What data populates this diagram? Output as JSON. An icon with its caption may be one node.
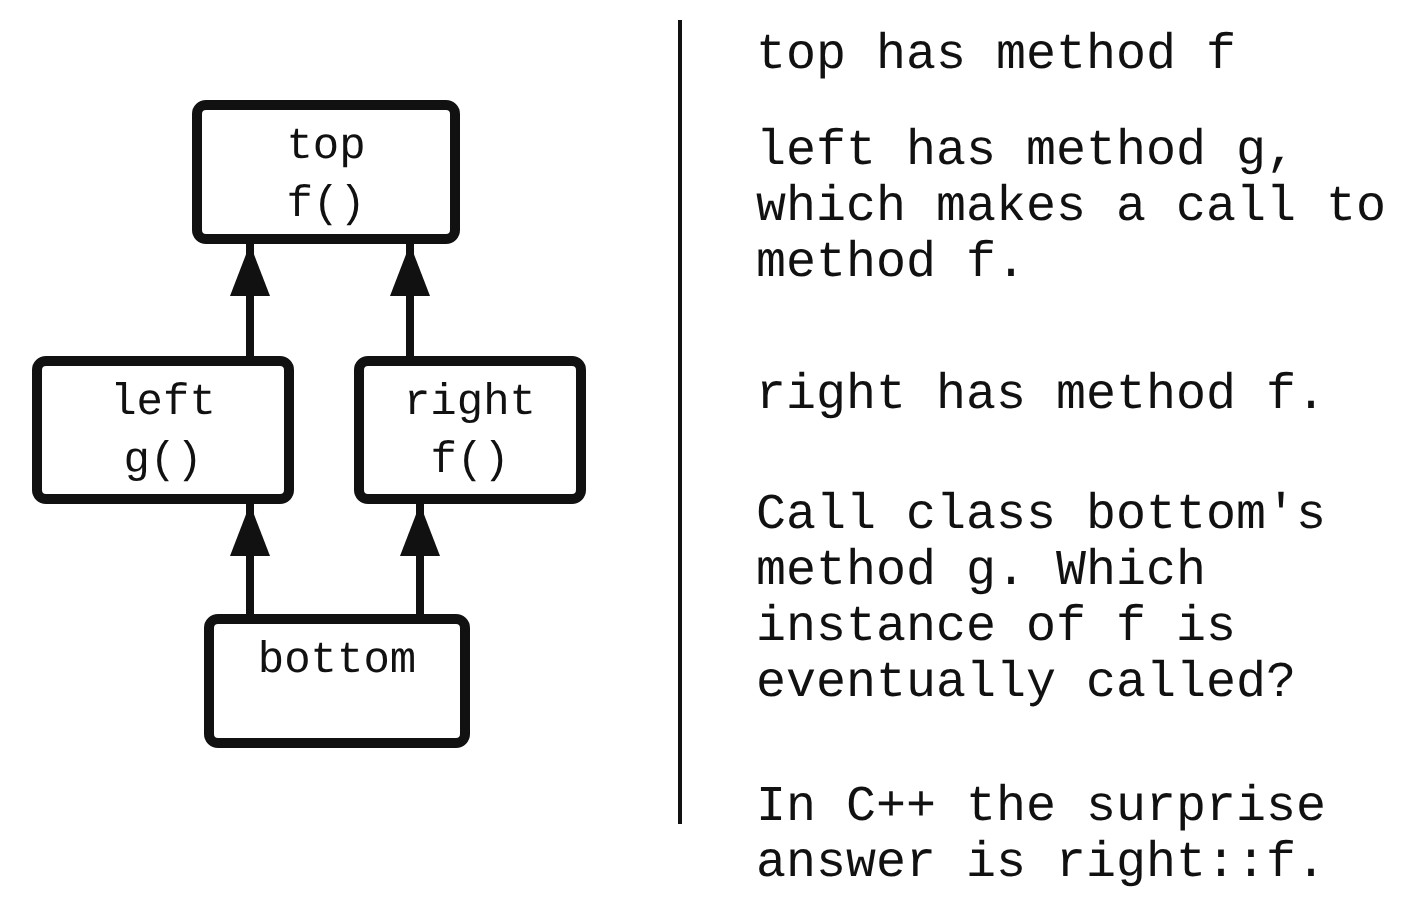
{
  "diagram": {
    "nodes": [
      {
        "text": [
          "top",
          "f()"
        ]
      },
      {
        "text": [
          "left",
          "g()"
        ]
      },
      {
        "text": [
          "right",
          "f()"
        ]
      },
      {
        "text": [
          "bottom"
        ]
      }
    ],
    "edges": [
      {
        "from": 1,
        "to": 0,
        "arrow": "to"
      },
      {
        "from": 2,
        "to": 0,
        "arrow": "to"
      },
      {
        "from": 3,
        "to": 1,
        "arrow": "to"
      },
      {
        "from": 3,
        "to": 2,
        "arrow": "to"
      }
    ],
    "labels": [
      "top has method f",
      "left has method g, which makes a call to method f.",
      "right has method f.",
      "Call class bottom's method g. Which instance of f is eventually called?",
      "In C++ the surprise answer is right::f."
    ]
  }
}
